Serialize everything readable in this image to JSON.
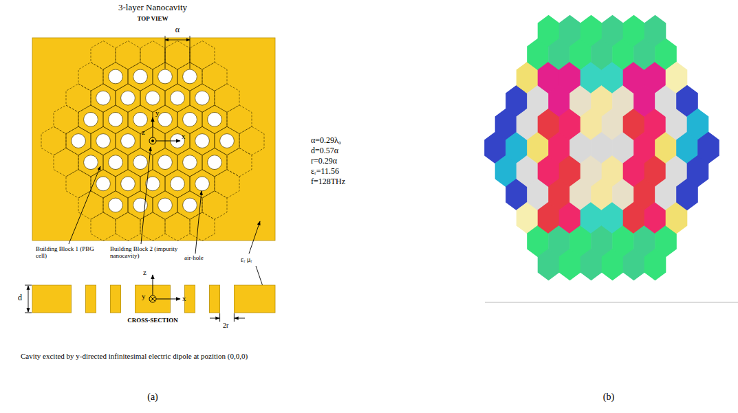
{
  "diagram": {
    "title": "3-layer Nanocavity",
    "caption": "Cavity excited by y-directed infinitesimal electric dipole at pozition (0,0,0)",
    "labels": [
      "TOP VIEW",
      "α",
      "y",
      "z",
      "x",
      "α=0.29λ₀",
      "d=0.57α",
      "r=0.29α",
      "εᵣ=11.56",
      "f=128THz",
      "Building Block 1 (PBG cell)",
      "Building Block 2 (impurity nanocavity)",
      "air-hole",
      "εᵣ μᵣ",
      "z",
      "y",
      "x",
      "d",
      "CROSS-SECTION",
      "2r",
      "(a)",
      "(b)"
    ]
  }
}
